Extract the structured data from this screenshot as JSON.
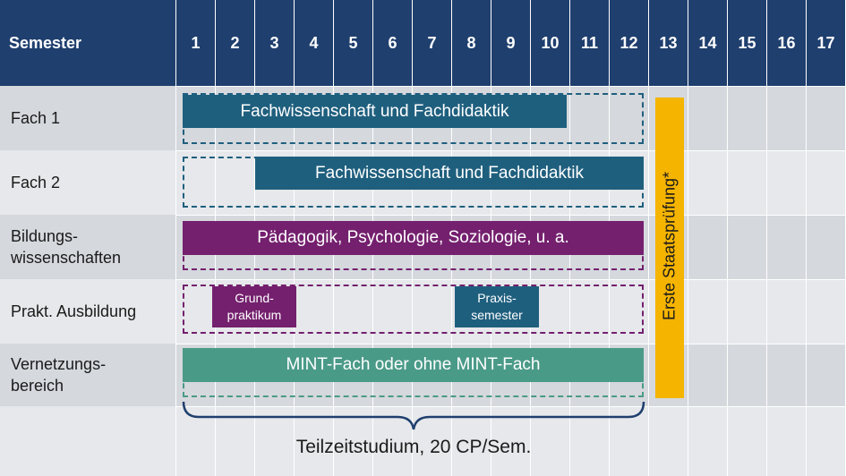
{
  "header": {
    "first_label": "Semester",
    "semesters": [
      "1",
      "2",
      "3",
      "4",
      "5",
      "6",
      "7",
      "8",
      "9",
      "10",
      "11",
      "12",
      "13",
      "14",
      "15",
      "16",
      "17"
    ]
  },
  "rows": [
    {
      "label": "Fach 1"
    },
    {
      "label": "Fach 2"
    },
    {
      "label": "Bildungs-\nwissenschaften"
    },
    {
      "label": "Prakt. Ausbildung"
    },
    {
      "label": "Vernetzungs-\nbereich"
    }
  ],
  "bars": {
    "fach1": "Fachwissenschaft und Fachdidaktik",
    "fach2": "Fachwissenschaft und Fachdidaktik",
    "bildung": "Pädagogik, Psychologie, Soziologie, u. a.",
    "grundpraktikum": "Grund-\npraktikum",
    "praxissemester": "Praxis-\nsemester",
    "vernetzung": "MINT-Fach oder ohne MINT-Fach"
  },
  "exam": {
    "label": "Erste Staatsprüfung*"
  },
  "footnote": {
    "label": "Teilzeitstudium, 20 CP/Sem."
  },
  "colors": {
    "header": "#1f3f6e",
    "fach": "#1f5f7e",
    "bildung": "#74206e",
    "vernetzung": "#4a9a88",
    "exam": "#f5b400",
    "gray_cell": "#d5d8dd",
    "light_cell": "#e6e8eb"
  }
}
